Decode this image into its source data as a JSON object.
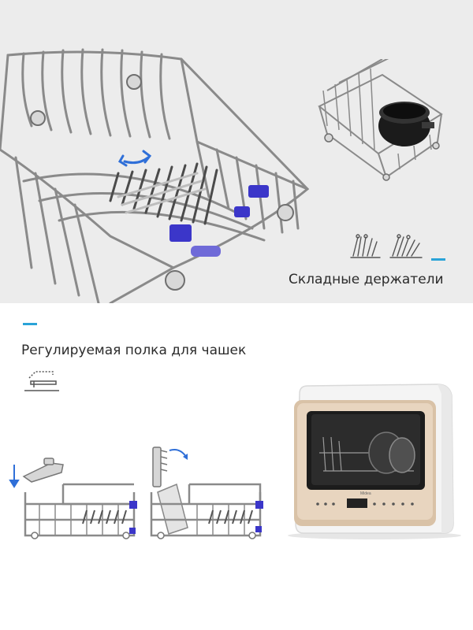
{
  "accent_color": "#2aa3d8",
  "wire_color": "#8a8a8a",
  "clip_color": "#3b36c9",
  "top_section": {
    "caption": "Складные держатели"
  },
  "bottom_section": {
    "caption": "Регулируемая полка для чашек"
  },
  "product": {
    "brand": "Midea"
  }
}
